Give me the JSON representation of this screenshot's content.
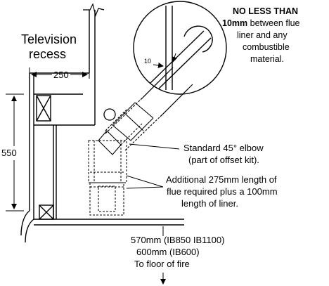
{
  "labels": {
    "television_recess": [
      "Television",
      "recess"
    ],
    "width_250": "250",
    "height_550": "550",
    "gap_10": "10",
    "note_bold_1": "NO LESS THAN",
    "note_bold_2": "10mm",
    "note_rest_1": " between flue",
    "note_rest_2": "liner and any",
    "note_rest_3": "combustible",
    "note_rest_4": "material.",
    "elbow_1": "Standard 45° elbow",
    "elbow_2": "(part of offset kit).",
    "additional_1": "Additional 275mm length of",
    "additional_2": "flue required plus a 100mm",
    "additional_3": "length of liner.",
    "floor_1": "570mm (IB850 IB1100)",
    "floor_2": "600mm (IB600)",
    "floor_3": "To floor of fire"
  },
  "colors": {
    "line": "#000000",
    "background": "#ffffff"
  }
}
